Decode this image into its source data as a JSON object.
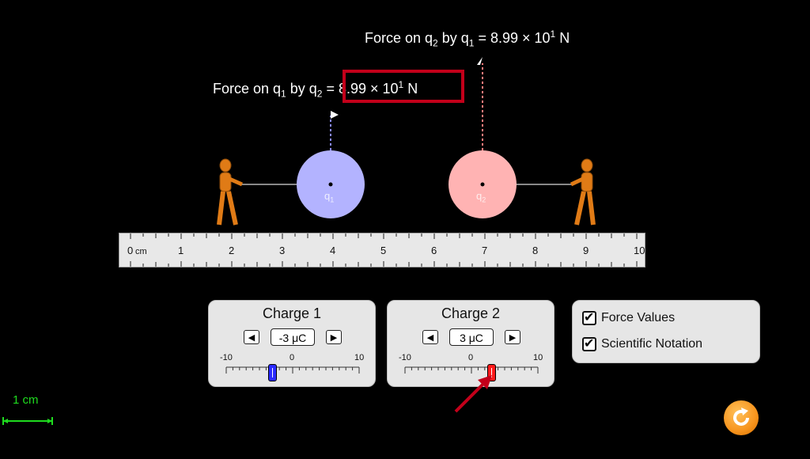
{
  "force_q2": {
    "prefix": "Force on q",
    "sub_a": "2",
    "mid": " by q",
    "sub_b": "1",
    "eq": " = 8.99 × 10",
    "exp": "1",
    "unit": " N"
  },
  "force_q1": {
    "prefix": "Force on q",
    "sub_a": "1",
    "mid": " by q",
    "sub_b": "2",
    "eq": " = 8.99 × 10",
    "exp": "1",
    "unit": " N"
  },
  "charge_labels": {
    "q1": "q",
    "q1_sub": "1",
    "q2": "q",
    "q2_sub": "2"
  },
  "ruler": {
    "ticks": [
      "0",
      "1",
      "2",
      "3",
      "4",
      "5",
      "6",
      "7",
      "8",
      "9",
      "10"
    ],
    "unit": "cm"
  },
  "charge1": {
    "title": "Charge 1",
    "value": "-3 μC",
    "min_label": "-10",
    "zero_label": "0",
    "max_label": "10",
    "level": -3
  },
  "charge2": {
    "title": "Charge 2",
    "value": "3 μC",
    "min_label": "-10",
    "zero_label": "0",
    "max_label": "10",
    "level": 3
  },
  "options": {
    "force_values": "Force Values",
    "scientific_notation": "Scientific Notation"
  },
  "scale": {
    "label": "1 cm"
  },
  "colors": {
    "q1": "#b3b3ff",
    "q2": "#ffb3b3",
    "thumb1": "#2a2aff",
    "thumb2": "#ff1a1a",
    "highlight": "#c3001a",
    "reset": "#f7941d"
  }
}
